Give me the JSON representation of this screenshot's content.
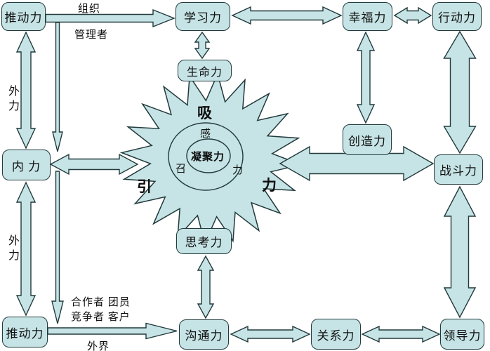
{
  "diagram": {
    "nodes": {
      "push_top": "推动力",
      "learn": "学习力",
      "happy": "幸福力",
      "action": "行动力",
      "life": "生命力",
      "inner": "内 力",
      "create": "创造力",
      "fight": "战斗力",
      "think": "思考力",
      "push_bottom": "推动力",
      "comm": "沟通力",
      "relation": "关系力",
      "lead": "领导力"
    },
    "center": {
      "burst_top": "吸",
      "burst_left": "引",
      "burst_right": "力",
      "ring_top": "感",
      "ring_left": "召",
      "ring_right": "力",
      "core": "凝聚力"
    },
    "annotations": {
      "org": "组织",
      "manager": "管理者",
      "ext_force_top": "外力",
      "ext_force_bottom": "外力",
      "partners": "合作者 团员",
      "competitors": "竞争者 客户",
      "outside": "外界"
    },
    "colors": {
      "node_fill": "#c6e3e5",
      "outline": "#223a3c",
      "text": "#101010",
      "background": "#ffffff"
    }
  }
}
